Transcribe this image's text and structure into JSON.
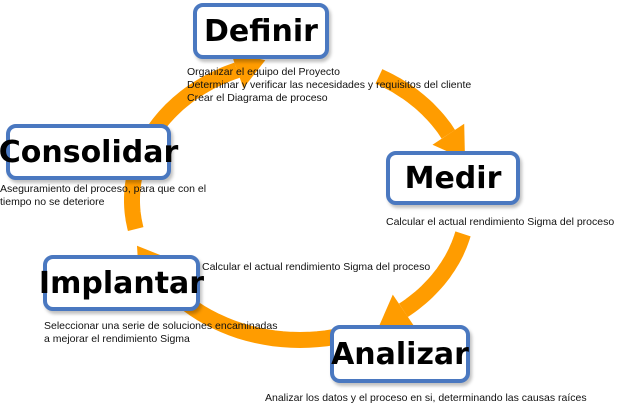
{
  "colors": {
    "arrow": "#ff9c00",
    "box_border": "#4a78c0",
    "box_fill": "#ffffff"
  },
  "stages": {
    "definir": {
      "label": "Definir",
      "notes": [
        "Organizar el equipo del Proyecto",
        "Determinar y verificar las necesidades y requisitos del cliente",
        "Crear el Diagrama de proceso"
      ]
    },
    "medir": {
      "label": "Medir",
      "notes": [
        "Calcular el actual rendimiento Sigma del proceso"
      ]
    },
    "analizar": {
      "label": "Analizar",
      "notes": [
        "Analizar los datos y el proceso en si, determinando las causas raíces"
      ]
    },
    "implantar": {
      "label": "Implantar",
      "notes": [
        "Seleccionar una serie de soluciones encaminadas",
        "a mejorar el rendimiento Sigma"
      ]
    },
    "consolidar": {
      "label": "Consolidar",
      "notes": [
        "Aseguramiento del proceso, para que con el",
        "tiempo no se deteriore"
      ]
    }
  },
  "center_note": "Calcular el actual rendimiento Sigma del proceso"
}
